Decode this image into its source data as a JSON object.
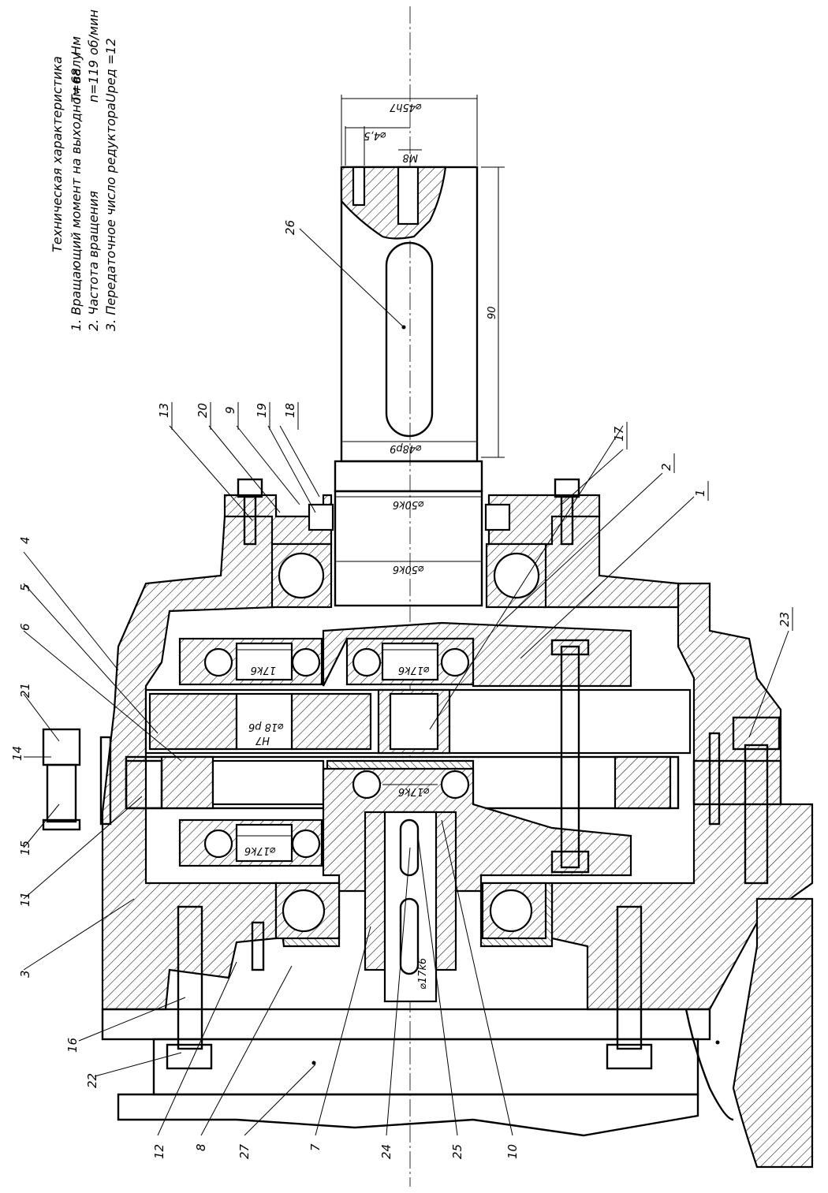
{
  "title_block": {
    "heading": "Техническая характеристика",
    "lines": [
      {
        "label": "1. Вращающий момент на выходном валу",
        "value": "T=68",
        "unit": "Нм"
      },
      {
        "label": "2. Частота вращения",
        "value": "n=119",
        "unit": "об/мин"
      },
      {
        "label": "3. Передаточное число редуктора",
        "value": "Uред =12",
        "unit": ""
      }
    ]
  },
  "dimensions": {
    "shaft_top_dia": "⌀45h7",
    "hole_dia": "⌀4,5",
    "thread": "M8",
    "length": "90",
    "shaft_dia": "⌀48p9",
    "seal_dia": "⌀50k6",
    "bearing_dia": "⌀50k6",
    "brg_left": "17k6",
    "brg_right": "⌀17k6",
    "fit_bore": "H7",
    "pin_dia": "⌀18 p6",
    "brg_mid": "⌀17k6",
    "brg_low_left": "⌀17k6",
    "brg_low_mid": "⌀17k6"
  },
  "part_numbers": {
    "p1": "1",
    "p2": "2",
    "p3": "3",
    "p4": "4",
    "p5": "5",
    "p6": "6",
    "p7": "7",
    "p8": "8",
    "p9": "9",
    "p10": "10",
    "p11": "11",
    "p12": "12",
    "p13": "13",
    "p14": "14",
    "p15": "15",
    "p16": "16",
    "p17": "17",
    "p18": "18",
    "p19": "19",
    "p20": "20",
    "p21": "21",
    "p22": "22",
    "p23": "23",
    "p24": "24",
    "p25": "25",
    "p26": "26",
    "p27": "27"
  }
}
